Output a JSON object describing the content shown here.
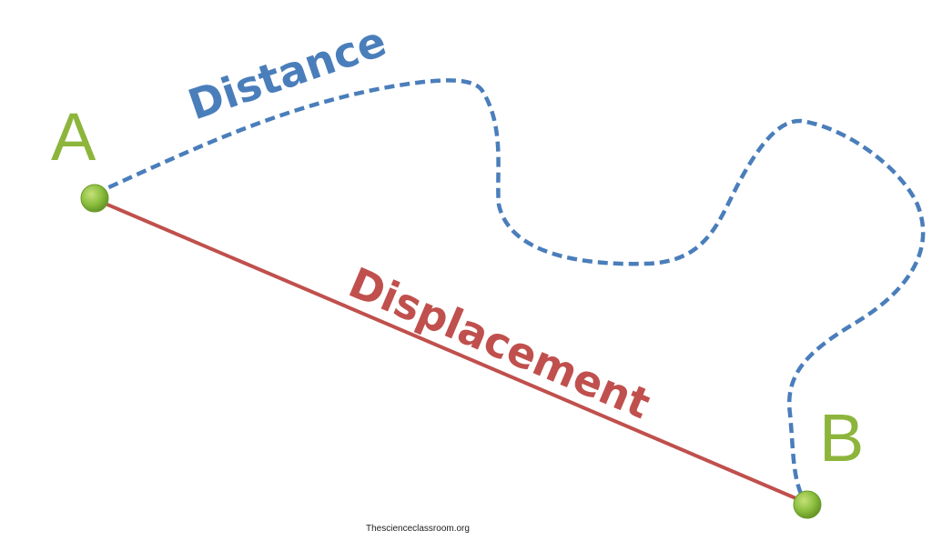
{
  "labels": {
    "point_a": "A",
    "point_b": "B",
    "distance": "Distance",
    "displacement": "Displacement"
  },
  "credit": "Thescienceclassroom.org",
  "colors": {
    "distance": "#4a7ebb",
    "displacement": "#c0504d",
    "point_label": "#8db53c",
    "point_fill": "#8cbf3f",
    "point_stroke": "#6d9a2a",
    "credit": "#222222"
  }
}
